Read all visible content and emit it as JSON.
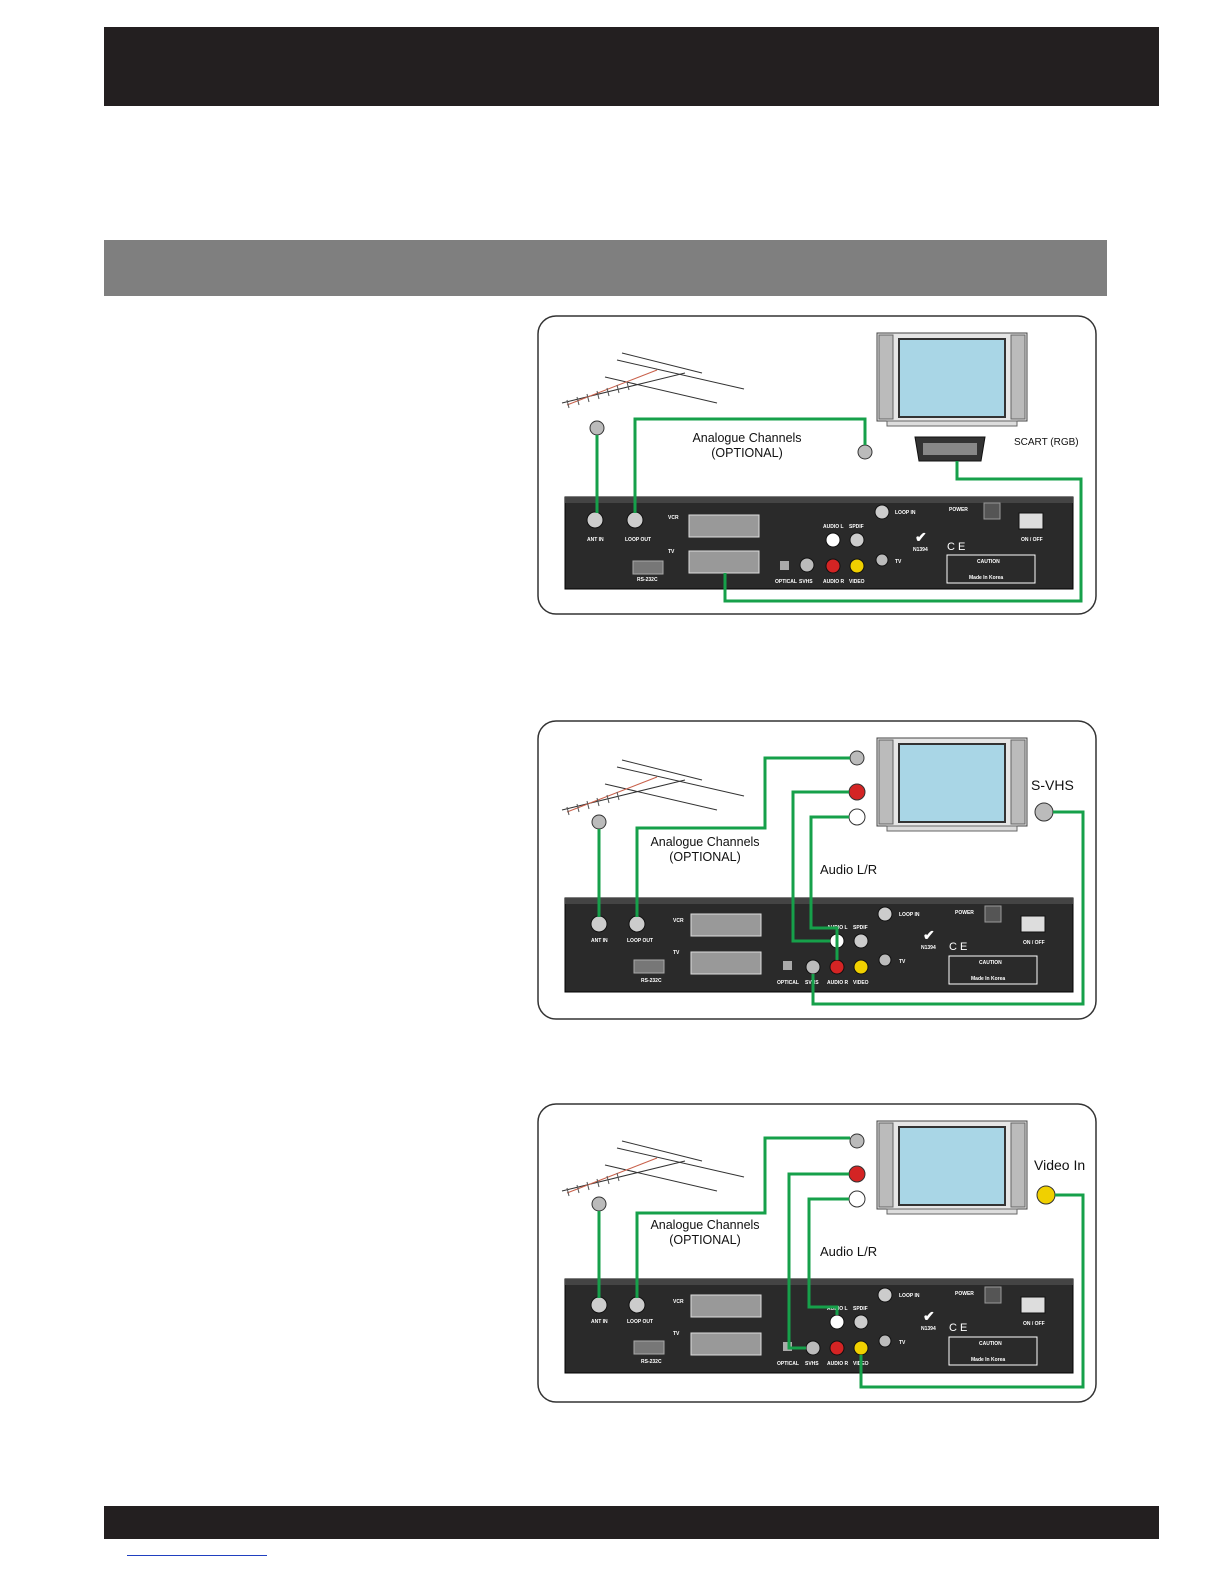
{
  "diagrams": [
    {
      "analogue_label_1": "Analogue Channels",
      "analogue_label_2": "(OPTIONAL)",
      "tv_connector_label": "SCART (RGB)"
    },
    {
      "analogue_label_1": "Analogue Channels",
      "analogue_label_2": "(OPTIONAL)",
      "audio_label": "Audio L/R",
      "tv_connector_label": "S-VHS"
    },
    {
      "analogue_label_1": "Analogue Channels",
      "analogue_label_2": "(OPTIONAL)",
      "audio_label": "Audio L/R",
      "tv_connector_label": "Video In"
    }
  ],
  "panel": {
    "ant_in": "ANT IN",
    "loop_out": "LOOP OUT",
    "vcr": "VCR",
    "tv": "TV",
    "rs232c": "RS-232C",
    "optical": "OPTICAL",
    "svhs": "SVHS",
    "audio_l": "AUDIO L",
    "audio_r": "AUDIO R",
    "spdif": "SPDIF",
    "video": "VIDEO",
    "loop_in": "LOOP IN",
    "power": "POWER",
    "on_off": "ON / OFF",
    "n1394": "N1394",
    "caution": "CAUTION",
    "made_in": "Made In Korea"
  },
  "colors": {
    "cable": "#16a04a",
    "band_dark": "#231f20",
    "band_grey": "#7f7f7f",
    "panel": "#2a2a2a",
    "audio_red": "#d42424",
    "video_yellow": "#f0d000"
  }
}
